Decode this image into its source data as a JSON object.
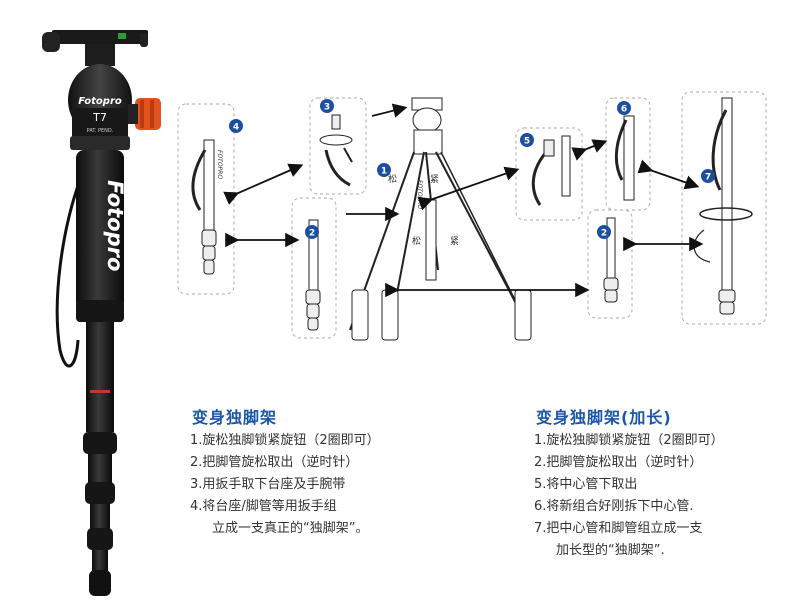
{
  "product": {
    "brand": "Fotopro",
    "head_brand": "Fotopro",
    "model": "T7",
    "head_small_text": "PAT. PEND."
  },
  "diagram": {
    "tripod_brand": "FOTOPRO",
    "badges": [
      "1",
      "2",
      "2",
      "3",
      "4",
      "5",
      "6",
      "7"
    ],
    "loosen": "松",
    "tighten": "紧"
  },
  "left_section": {
    "title": "变身独脚架",
    "steps": [
      "1.旋松独脚锁紧旋钮（2圈即可）",
      "2.把脚管旋松取出（逆时针）",
      "3.用扳手取下台座及手腕带",
      "4.将台座/脚管等用扳手组",
      "立成一支真正的“独脚架”。"
    ]
  },
  "right_section": {
    "title": "变身独脚架(加长)",
    "steps": [
      "1.旋松独脚锁紧旋钮（2圈即可）",
      "2.把脚管旋松取出（逆时针）",
      "5.将中心管下取出",
      "6.将新组合好刚拆下中心管.",
      "7.把中心管和脚管组立成一支",
      "加长型的“独脚架”."
    ]
  },
  "colors": {
    "title_blue": "#1b57a8",
    "badge_blue": "#1d4fa0",
    "accent_orange": "#e2531b",
    "dark": "#1a1a1a"
  }
}
